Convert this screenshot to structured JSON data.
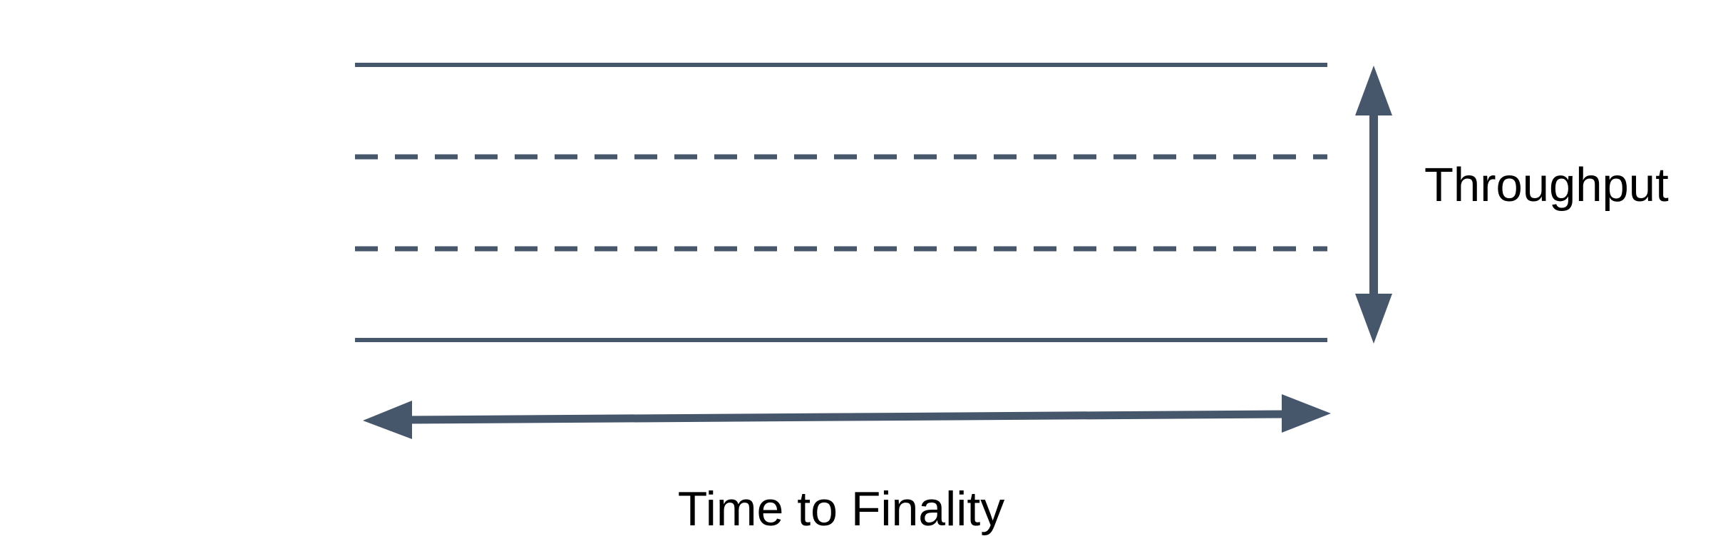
{
  "colors": {
    "accent": "#46566b",
    "text": "#000000",
    "background": "#ffffff"
  },
  "diagram": {
    "throughput_label": "Throughput",
    "time_to_finality_label": "Time to Finality",
    "lanes": [
      {
        "style": "solid"
      },
      {
        "style": "dashed"
      },
      {
        "style": "dashed"
      },
      {
        "style": "solid"
      }
    ]
  }
}
